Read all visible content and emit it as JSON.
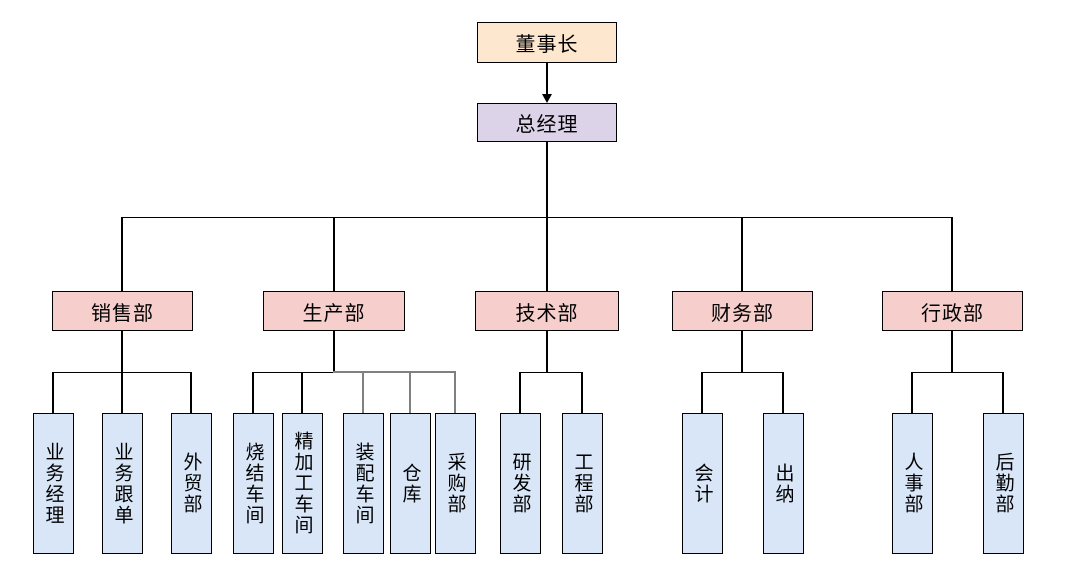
{
  "colors": {
    "canvas_bg": "#ffffff",
    "chairman_fill": "#fde7cf",
    "gm_fill": "#dcd3e9",
    "dept_fill": "#f6cecc",
    "unit_fill": "#d8e6f8",
    "border": "#000000",
    "line": "#000000",
    "line_secondary": "#808080",
    "text": "#000000"
  },
  "org": {
    "chairman": "董事长",
    "general_manager": "总经理",
    "departments": [
      {
        "label": "销售部",
        "children": [
          "业务经理",
          "业务跟单",
          "外贸部"
        ]
      },
      {
        "label": "生产部",
        "children": [
          "烧结车间",
          "精加工车间",
          "装配车间",
          "仓库",
          "采购部"
        ]
      },
      {
        "label": "技术部",
        "children": [
          "研发部",
          "工程部"
        ]
      },
      {
        "label": "财务部",
        "children": [
          "会计",
          "出纳"
        ]
      },
      {
        "label": "行政部",
        "children": [
          "人事部",
          "后勤部"
        ]
      }
    ]
  }
}
